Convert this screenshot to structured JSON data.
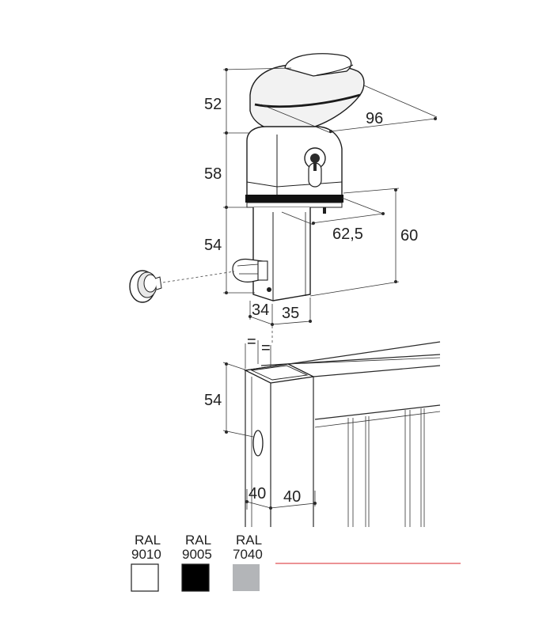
{
  "dimensions": {
    "lock_knob_height": "52",
    "knob_width": "96",
    "body_height": "58",
    "lower_block_height": "54",
    "lower_block_height_2": "62,5",
    "total_lower_height": "60",
    "offset_left": "34",
    "post_width": "35",
    "frame_equal_a": "=",
    "frame_equal_b": "=",
    "frame_hole_height": "54",
    "frame_offset": "40",
    "frame_width": "40"
  },
  "colors_legend": [
    {
      "label_line1": "RAL",
      "label_line2": "9010",
      "swatch_color": "#ffffff"
    },
    {
      "label_line1": "RAL",
      "label_line2": "9005",
      "swatch_color": "#000000"
    },
    {
      "label_line1": "RAL",
      "label_line2": "7040",
      "swatch_color": "#b3b5b8"
    }
  ],
  "accent_line_color": "#d9262b"
}
